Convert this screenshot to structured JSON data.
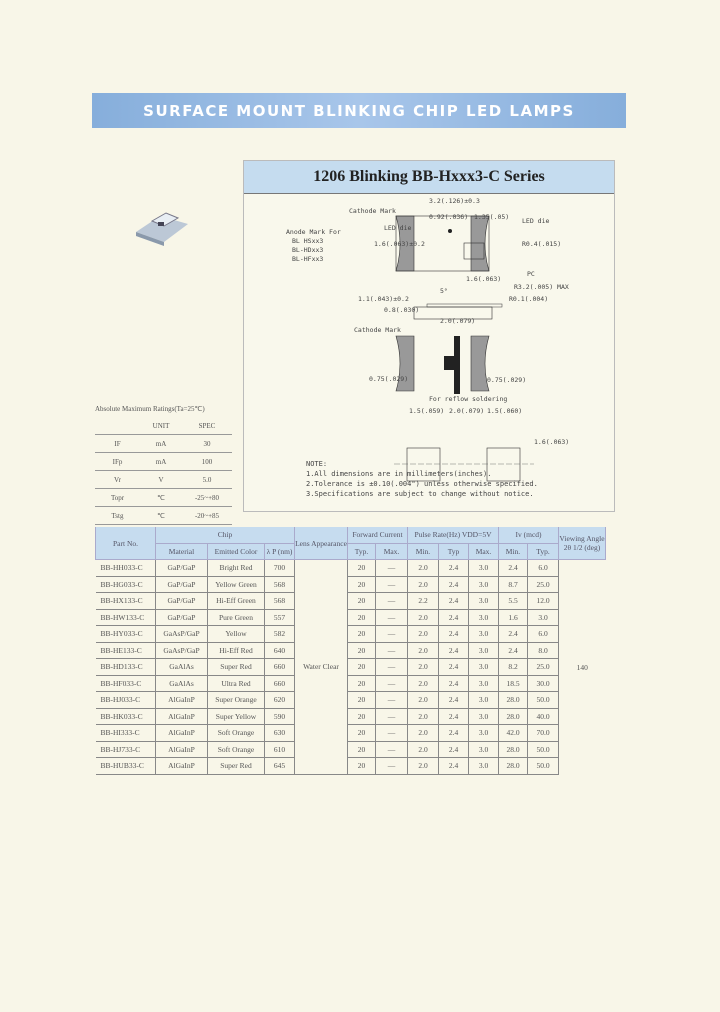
{
  "banner": "SURFACE MOUNT BLINKING CHIP LED LAMPS",
  "diagram": {
    "title": "1206 Blinking BB-Hxxx3-C Series",
    "labels": {
      "cathode_mark": "Cathode Mark",
      "anode_mark": "Anode Mark For",
      "anode1": "BL HSxx3",
      "anode2": "BL-HDxx3",
      "anode3": "BL-HFxx3",
      "led_die": "LED die",
      "led_die2": "LED die",
      "w32": "3.2(.126)±0.3",
      "d092": "0.92(.036)",
      "d135": "1.35(.05)",
      "h16": "1.6(.063)±0.2",
      "r04": "R0.4(.015)",
      "w16": "1.6(.063)",
      "pc": "PC",
      "r32": "R3.2(.005) MAX",
      "h11": "1.1(.043)±0.2",
      "h08": "0.8(.030)",
      "r01": "R0.1(.004)",
      "w20": "2.0(.079)",
      "deg": "5°",
      "cathode_mark2": "Cathode Mark",
      "l075": "0.75(.029)",
      "r075": "0.75(.029)",
      "reflow": "For reflow soldering",
      "p15a": "1.5(.059)",
      "p20": "2.0(.079)",
      "p15b": "1.5(.060)",
      "p16": "1.6(.063)"
    },
    "notes": [
      "NOTE:",
      "1.All dimensions are in millimeters(inches).",
      "2.Tolerance is ±0.10(.004\") unless otherwise specified.",
      "3.Specifications are subject to change without notice."
    ]
  },
  "abs_max": {
    "caption": "Absolute Maximum Ratings(Ta=25℃)",
    "headers": [
      "",
      "UNIT",
      "SPEC"
    ],
    "rows": [
      [
        "IF",
        "mA",
        "30"
      ],
      [
        "IFp",
        "mA",
        "100"
      ],
      [
        "Vr",
        "V",
        "5.0"
      ],
      [
        "Topr",
        "℃",
        "-25~+80"
      ],
      [
        "Tstg",
        "℃",
        "-20~+85"
      ]
    ]
  },
  "table": {
    "h": {
      "part": "Part No.",
      "chip": "Chip",
      "material": "Material",
      "color": "Emitted Color",
      "lp": "λ P (nm)",
      "lens": "Lens Appearance",
      "fc": "Forward Current",
      "pr": "Pulse Rate(Hz) VDD=5V",
      "iv": "Iv (mcd)",
      "va": "Viewing Angle 2θ 1/2 (deg)",
      "typ": "Typ.",
      "max": "Max.",
      "min": "Min.",
      "typ2": "Typ",
      "max2": "Max.",
      "min2": "Min.",
      "typ3": "Typ."
    },
    "lens": "Water Clear",
    "angle": "140",
    "rows": [
      [
        "BB-HH033-C",
        "GaP/GaP",
        "Bright Red",
        "700",
        "20",
        "—",
        "2.0",
        "2.4",
        "3.0",
        "2.4",
        "6.0"
      ],
      [
        "BB-HG033-C",
        "GaP/GaP",
        "Yellow Green",
        "568",
        "20",
        "—",
        "2.0",
        "2.4",
        "3.0",
        "8.7",
        "25.0"
      ],
      [
        "BB-HX133-C",
        "GaP/GaP",
        "Hi-Eff Green",
        "568",
        "20",
        "—",
        "2.2",
        "2.4",
        "3.0",
        "5.5",
        "12.0"
      ],
      [
        "BB-HW133-C",
        "GaP/GaP",
        "Pure Green",
        "557",
        "20",
        "—",
        "2.0",
        "2.4",
        "3.0",
        "1.6",
        "3.0"
      ],
      [
        "BB-HY033-C",
        "GaAsP/GaP",
        "Yellow",
        "582",
        "20",
        "—",
        "2.0",
        "2.4",
        "3.0",
        "2.4",
        "6.0"
      ],
      [
        "BB-HE133-C",
        "GaAsP/GaP",
        "Hi-Eff Red",
        "640",
        "20",
        "—",
        "2.0",
        "2.4",
        "3.0",
        "2.4",
        "8.0"
      ],
      [
        "BB-HD133-C",
        "GaAlAs",
        "Super Red",
        "660",
        "20",
        "—",
        "2.0",
        "2.4",
        "3.0",
        "8.2",
        "25.0"
      ],
      [
        "BB-HF033-C",
        "GaAlAs",
        "Ultra Red",
        "660",
        "20",
        "—",
        "2.0",
        "2.4",
        "3.0",
        "18.5",
        "30.0"
      ],
      [
        "BB-HJ033-C",
        "AlGaInP",
        "Super Orange",
        "620",
        "20",
        "—",
        "2.0",
        "2.4",
        "3.0",
        "28.0",
        "50.0"
      ],
      [
        "BB-HK033-C",
        "AlGaInP",
        "Super Yellow",
        "590",
        "20",
        "—",
        "2.0",
        "2.4",
        "3.0",
        "28.0",
        "40.0"
      ],
      [
        "BB-HI333-C",
        "AlGaInP",
        "Soft Orange",
        "630",
        "20",
        "—",
        "2.0",
        "2.4",
        "3.0",
        "42.0",
        "70.0"
      ],
      [
        "BB-HJ733-C",
        "AlGaInP",
        "Soft Orange",
        "610",
        "20",
        "—",
        "2.0",
        "2.4",
        "3.0",
        "28.0",
        "50.0"
      ],
      [
        "BB-HUB33-C",
        "AlGaInP",
        "Super Red",
        "645",
        "20",
        "—",
        "2.0",
        "2.4",
        "3.0",
        "28.0",
        "50.0"
      ]
    ]
  }
}
